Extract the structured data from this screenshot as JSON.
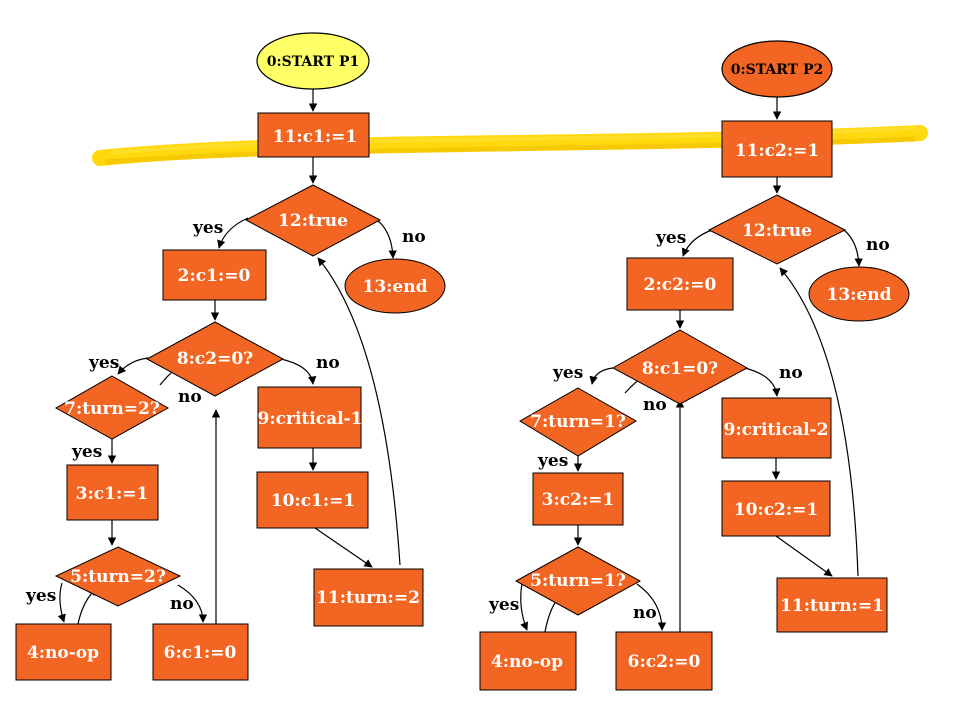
{
  "colors": {
    "node_fill": "#f26522",
    "start_p1_fill": "#ffff66",
    "start_p2_fill": "#f26522",
    "stroke": "#000000",
    "highlight": "#ffd700"
  },
  "p1": {
    "start": "0:START P1",
    "n11": "11:c1:=1",
    "n12": "12:true",
    "n13": "13:end",
    "n2": "2:c1:=0",
    "n8": "8:c2=0?",
    "n7": "7:turn=2?",
    "n3": "3:c1:=1",
    "n5": "5:turn=2?",
    "n4": "4:no-op",
    "n6": "6:c1:=0",
    "n9": "9:critical-1",
    "n10": "10:c1:=1",
    "n11b": "11:turn:=2",
    "labels": {
      "yes12": "yes",
      "no12": "no",
      "yes8": "yes",
      "no8": "no",
      "no7": "no",
      "yes7": "yes",
      "yes5": "yes",
      "no5": "no"
    }
  },
  "p2": {
    "start": "0:START P2",
    "n11": "11:c2:=1",
    "n12": "12:true",
    "n13": "13:end",
    "n2": "2:c2:=0",
    "n8": "8:c1=0?",
    "n7": "7:turn=1?",
    "n3": "3:c2:=1",
    "n5": "5:turn=1?",
    "n4": "4:no-op",
    "n6": "6:c2:=0",
    "n9": "9:critical-2",
    "n10": "10:c2:=1",
    "n11b": "11:turn:=1",
    "labels": {
      "yes12": "yes",
      "no12": "no",
      "yes8": "yes",
      "no8": "no",
      "no7": "no",
      "yes7": "yes",
      "yes5": "yes",
      "no5": "no"
    }
  }
}
